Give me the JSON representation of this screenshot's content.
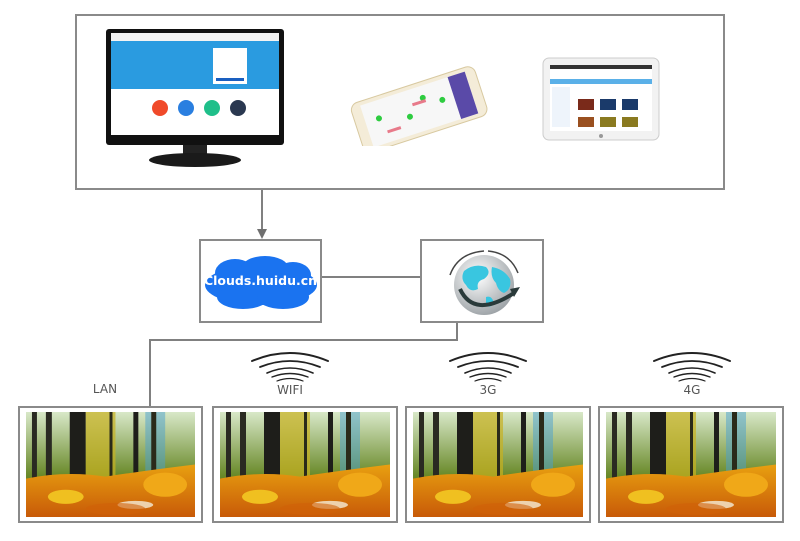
{
  "diagram": {
    "title": "",
    "devices_panel": {
      "items": [
        {
          "name": "monitor",
          "kind": "desktop-monitor"
        },
        {
          "name": "phone",
          "kind": "smartphone"
        },
        {
          "name": "tablet",
          "kind": "tablet"
        }
      ]
    },
    "cloud": {
      "label": "Clouds.huidu.cn",
      "color": "#1a73f0"
    },
    "internet": {
      "icon": "globe-icon"
    },
    "connections": [
      {
        "label": "LAN",
        "type": "wired"
      },
      {
        "label": "WIFI",
        "type": "wireless"
      },
      {
        "label": "3G",
        "type": "wireless"
      },
      {
        "label": "4G",
        "type": "wireless"
      }
    ],
    "screens_image": "autumn-forest-display",
    "colors": {
      "border": "#8a8a8a",
      "line": "#808080",
      "cloud": "#1a73f0",
      "globe": "#39c6e0"
    }
  }
}
